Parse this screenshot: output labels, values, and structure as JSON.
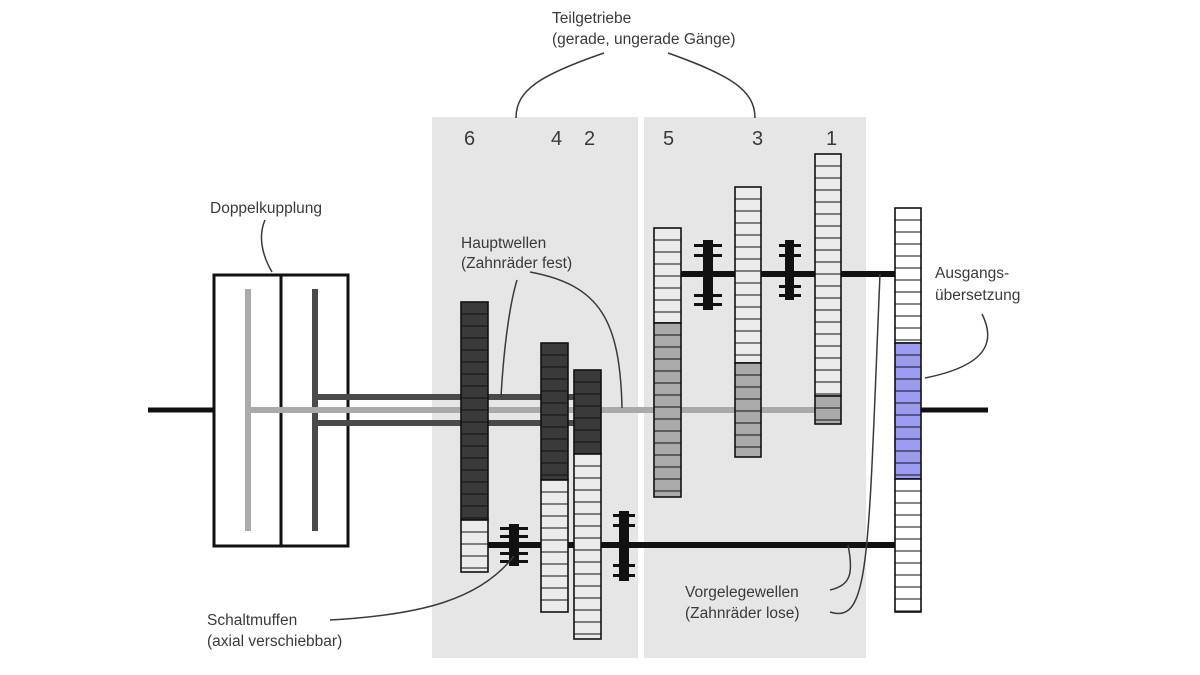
{
  "labels": {
    "teilgetriebe_1": "Teilgetriebe",
    "teilgetriebe_2": "(gerade, ungerade Gänge)",
    "doppelkupplung": "Doppelkupplung",
    "hauptwellen_1": "Hauptwellen",
    "hauptwellen_2": "(Zahnräder fest)",
    "ausgang_1": "Ausgangs-",
    "ausgang_2": "übersetzung",
    "vorgelege_1": "Vorgelegewellen",
    "vorgelege_2": "(Zahnräder lose)",
    "schaltmuffen_1": "Schaltmuffen",
    "schaltmuffen_2": "(axial verschiebbar)"
  },
  "gears": {
    "g6": "6",
    "g4": "4",
    "g2": "2",
    "g5": "5",
    "g3": "3",
    "g1": "1"
  },
  "colors": {
    "panel": "#e6e6e6",
    "dark_gear": "#3a3a3a",
    "mid_gear": "#aaaaaa",
    "light_gear": "#ebebeb",
    "output_highlight": "#9b9cf0",
    "shaft_black": "#111111",
    "inner_shaft": "#aaaaaa",
    "outer_shaft": "#4a4a4a"
  }
}
